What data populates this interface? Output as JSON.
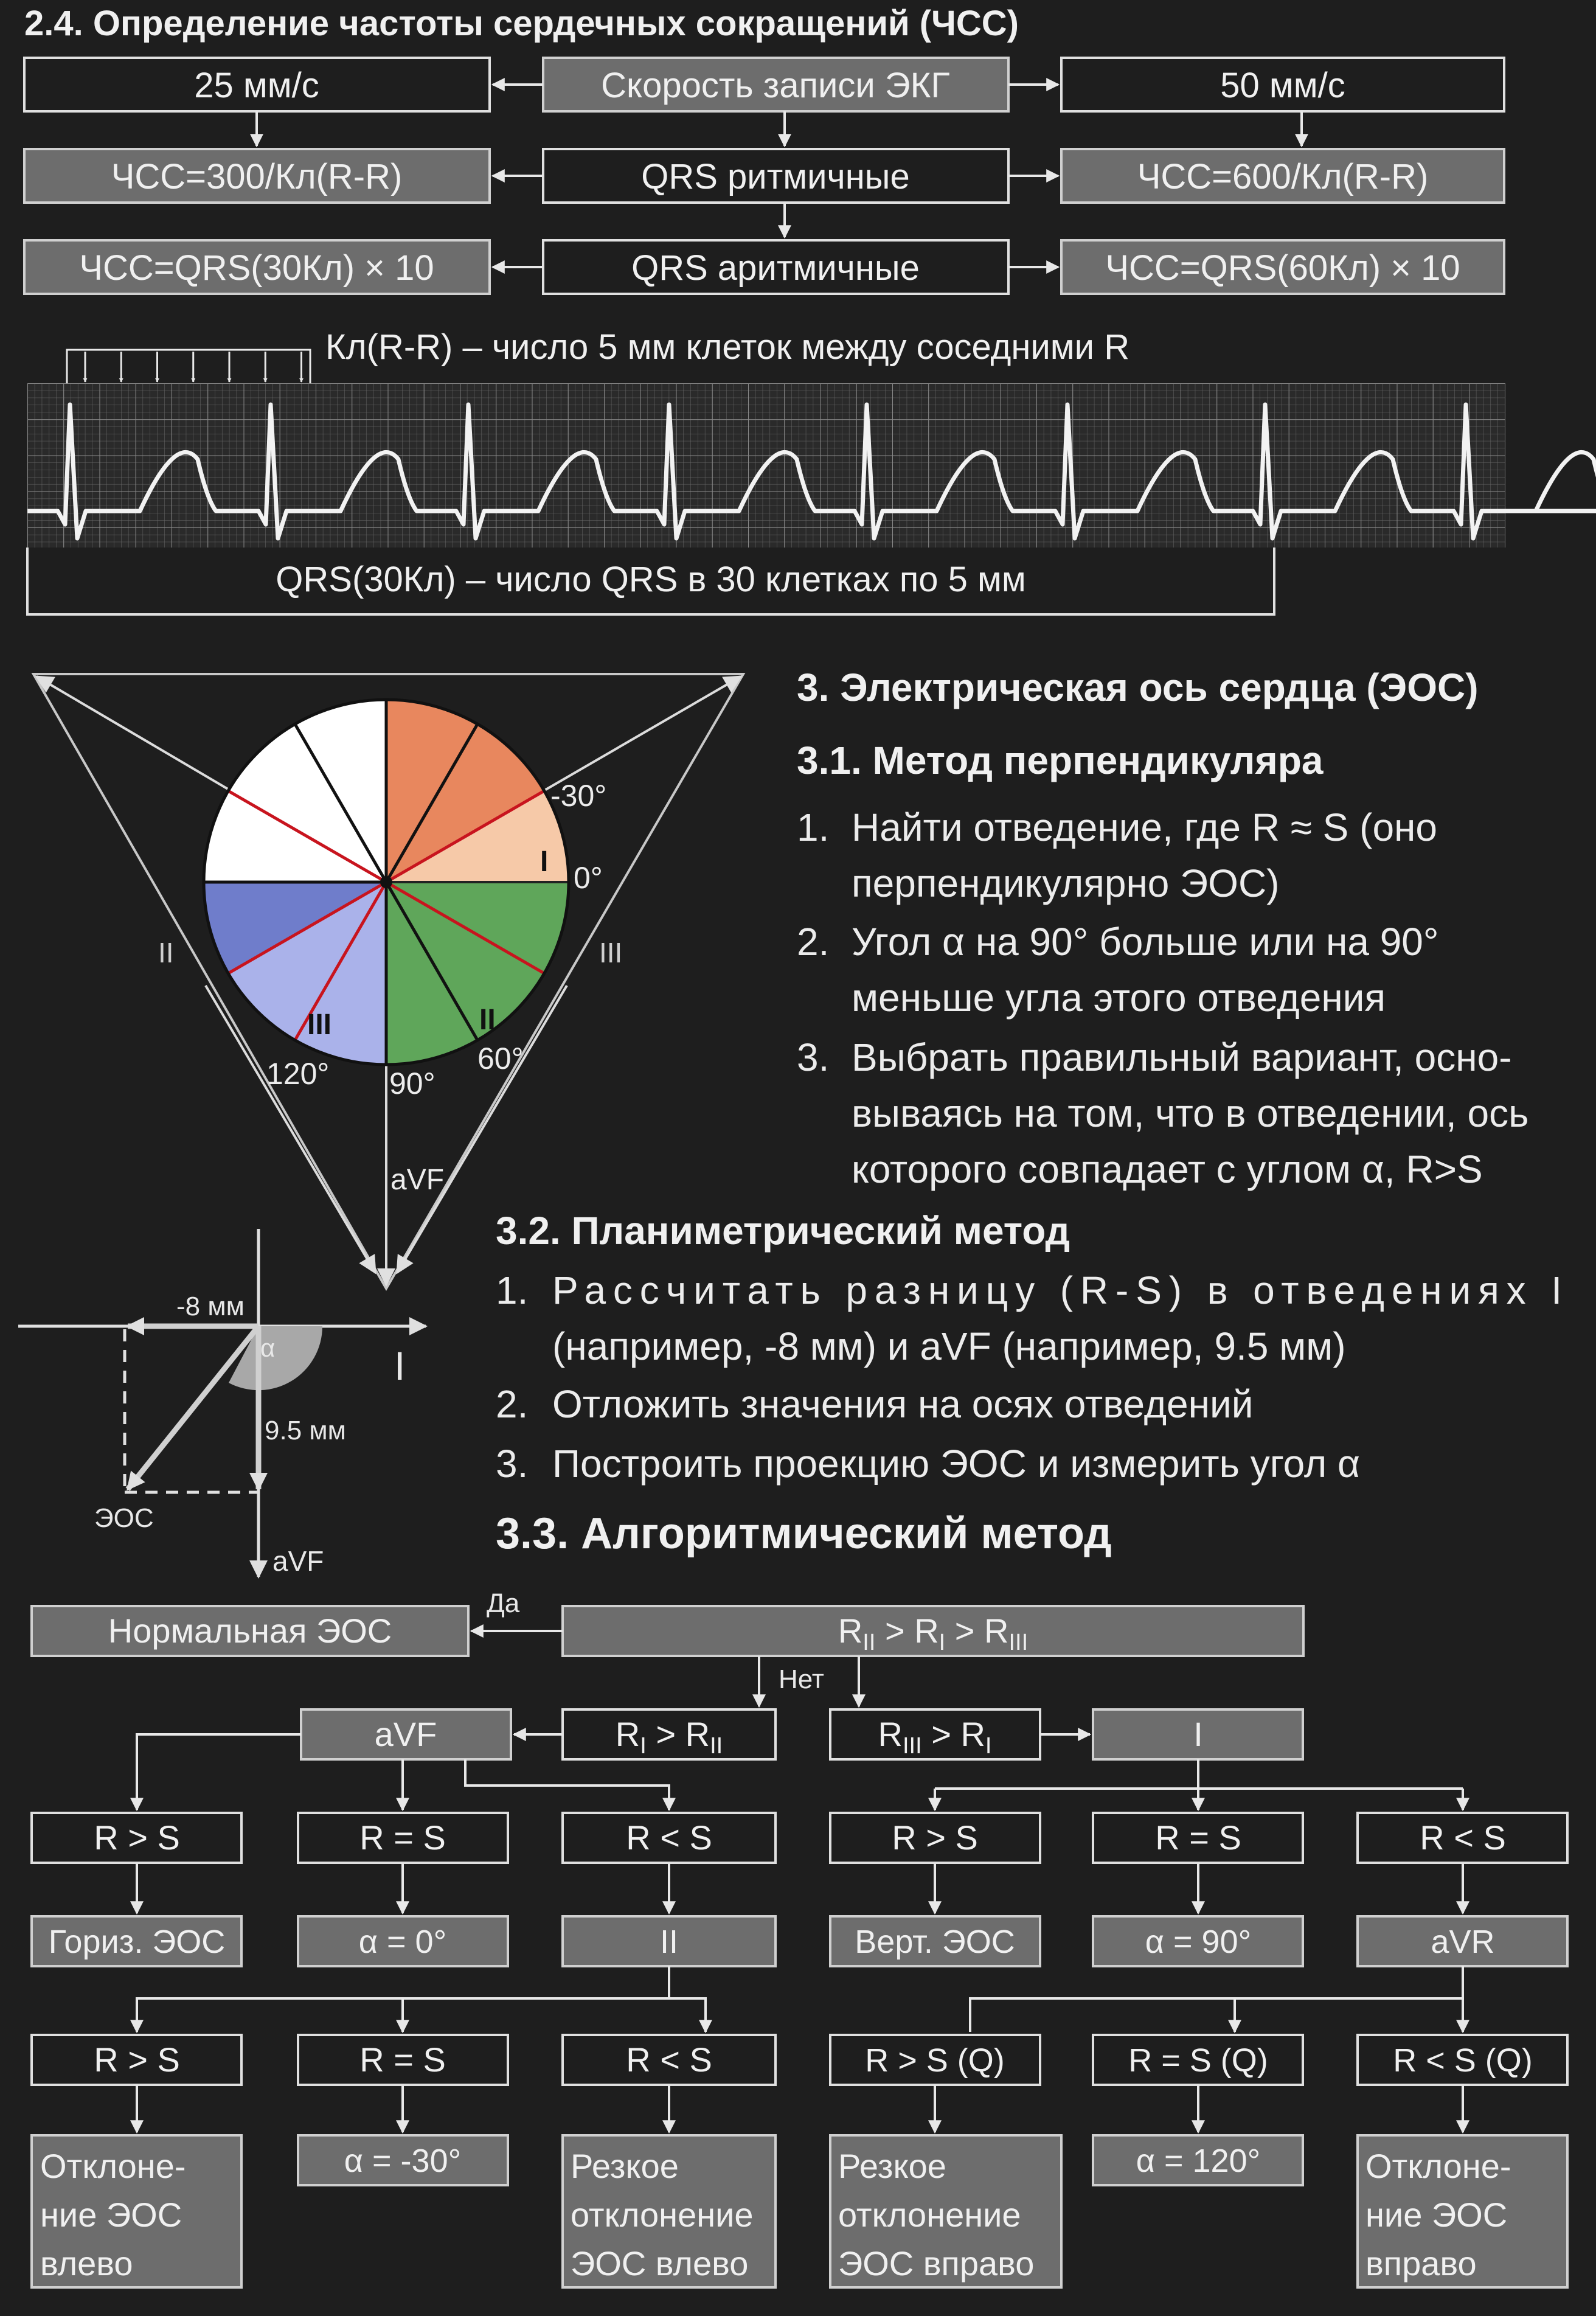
{
  "hr": {
    "title": "2.4. Определение частоты сердечных сокращений (ЧСС)",
    "speed_25": "25 мм/с",
    "speed_label": "Скорость записи ЭКГ",
    "speed_50": "50 мм/с",
    "formula_300": "ЧСС=300/Кл(R-R)",
    "qrs_rhythmic": "QRS ритмичные",
    "formula_600": "ЧСС=600/Кл(R-R)",
    "formula_30": "ЧСС=QRS(30Кл) × 10",
    "qrs_arrhythmic": "QRS аритмичные",
    "formula_60": "ЧСС=QRS(60Кл) × 10",
    "rr_note": "Кл(R-R) – число 5 мм клеток между соседними R",
    "qrs_note": "QRS(30Кл) – число QRS в 30 клетках по 5 мм"
  },
  "axis_section": {
    "title": "3. Электрическая ось сердца (ЭОС)",
    "m1_title": "3.1. Метод перпендикуляра",
    "m1_items": [
      {
        "num": "1.",
        "l1": "Найти отведение, где R ≈ S (оно",
        "l2": "перпендикулярно ЭОС)"
      },
      {
        "num": "2.",
        "l1": "Угол α на 90° больше или на 90°",
        "l2": "меньше угла этого отведения"
      },
      {
        "num": "3.",
        "l1": "Выбрать правильный вариант, осно-",
        "l2": "вываясь на том, что в отведении, ось",
        "l3": "которого совпадает с углом α, R>S"
      }
    ],
    "m2_title": "3.2. Планиметрический метод",
    "m2_items": [
      {
        "num": "1.",
        "l1": "Рассчитать разницу (R-S) в отведениях I",
        "l2": "(например, -8 мм) и aVF (например, 9.5 мм)"
      },
      {
        "num": "2.",
        "l1": "Отложить значения на осях отведений"
      },
      {
        "num": "3.",
        "l1": "Построить проекцию ЭОС и измерить угол α"
      }
    ],
    "m3_title": "3.3. Алгоритмический метод"
  },
  "circle": {
    "lead_I": "I",
    "lead_II": "II",
    "lead_III": "III",
    "deg_m30": "-30°",
    "deg_0": "0°",
    "deg_60": "60°",
    "deg_90": "90°",
    "deg_120": "120°",
    "tri_II": "II",
    "tri_III": "III",
    "avf": "aVF",
    "colors": {
      "orange": "#e8875e",
      "peach": "#f6c9a8",
      "green": "#5fa65a",
      "blue": "#6f7dcb",
      "lilac": "#aab2ea",
      "white": "#ffffff",
      "red_line": "#c8141e"
    }
  },
  "plan": {
    "m8": "-8 мм",
    "alpha": "α",
    "lead_I": "I",
    "v95": "9.5 мм",
    "eos": "ЭОС",
    "avf": "aVF"
  },
  "flow": {
    "normal": "Нормальная ЭОС",
    "yes": "Да",
    "no": "Нет",
    "avf": "aVF",
    "lead_I": "I",
    "r_gt_s": "R > S",
    "r_eq_s": "R = S",
    "r_lt_s": "R < S",
    "hor": "Гориз. ЭОС",
    "a0": "α = 0°",
    "lead_II": "II",
    "vert": "Верт. ЭОС",
    "a90": "α = 90°",
    "avr": "aVR",
    "r_gt_s_q": "R > S (Q)",
    "r_eq_s_q": "R = S (Q)",
    "r_lt_s_q": "R < S (Q)",
    "am30": "α = -30°",
    "a120": "α = 120°",
    "left_dev": [
      "Отклоне-",
      "ние ЭОС",
      "влево"
    ],
    "sharp_left": [
      "Резкое",
      "отклонение",
      "ЭОС влево"
    ],
    "sharp_right": [
      "Резкое",
      "отклонение",
      "ЭОС вправо"
    ],
    "right_dev": [
      "Отклоне-",
      "ние ЭОС",
      "вправо"
    ]
  }
}
